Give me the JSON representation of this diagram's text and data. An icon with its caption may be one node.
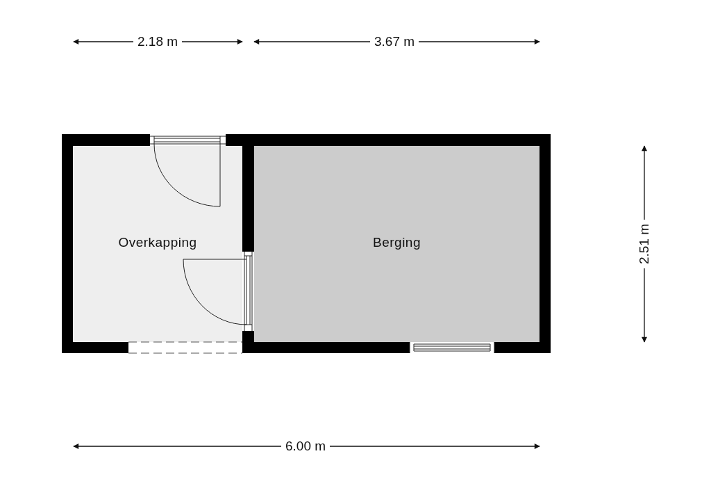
{
  "diagram": {
    "nodes": [
      {
        "text": [
          "Overkapping"
        ]
      },
      {
        "text": [
          "Berging"
        ]
      }
    ],
    "edges": [],
    "labels": [
      "2.18 m",
      "3.67 m",
      "2.51 m",
      "6.00 m"
    ]
  }
}
